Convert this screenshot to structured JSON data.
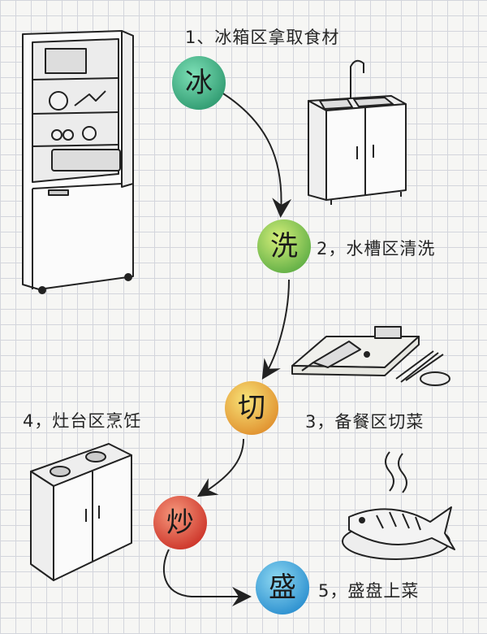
{
  "steps": [
    {
      "char": "冰",
      "label": "1、冰箱区拿取食材",
      "color": "#3fb68a"
    },
    {
      "char": "洗",
      "label": "2，水槽区清洗",
      "color": "#9ac940"
    },
    {
      "char": "切",
      "label": "3，备餐区切菜",
      "color": "#e9b33a"
    },
    {
      "char": "炒",
      "label": "4，灶台区烹饪",
      "color": "#e0523e"
    },
    {
      "char": "盛",
      "label": "5，盛盘上菜",
      "color": "#35a5df"
    }
  ],
  "icons": [
    "fridge-icon",
    "sink-icon",
    "cutting-board-icon",
    "stove-icon",
    "fish-plate-icon"
  ]
}
